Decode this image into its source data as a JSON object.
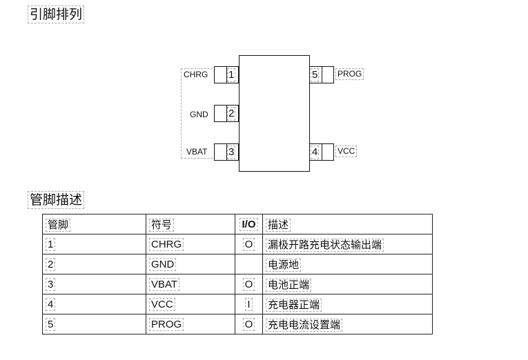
{
  "headings": {
    "pinout": "引脚排列",
    "pin_description": "管脚描述"
  },
  "chip": {
    "pins": [
      {
        "num": "1",
        "name": "CHRG"
      },
      {
        "num": "2",
        "name": "GND"
      },
      {
        "num": "3",
        "name": "VBAT"
      },
      {
        "num": "4",
        "name": "VCC"
      },
      {
        "num": "5",
        "name": "PROG"
      }
    ]
  },
  "table": {
    "headers": [
      "管脚",
      "符号",
      "I/O",
      "描述"
    ],
    "rows": [
      [
        "1",
        "CHRG",
        "O",
        "漏极开路充电状态输出端"
      ],
      [
        "2",
        "GND",
        "",
        "电源地"
      ],
      [
        "3",
        "VBAT",
        "O",
        "电池正端"
      ],
      [
        "4",
        "VCC",
        "I",
        "充电器正端"
      ],
      [
        "5",
        "PROG",
        "O",
        "充电电流设置端"
      ]
    ]
  }
}
